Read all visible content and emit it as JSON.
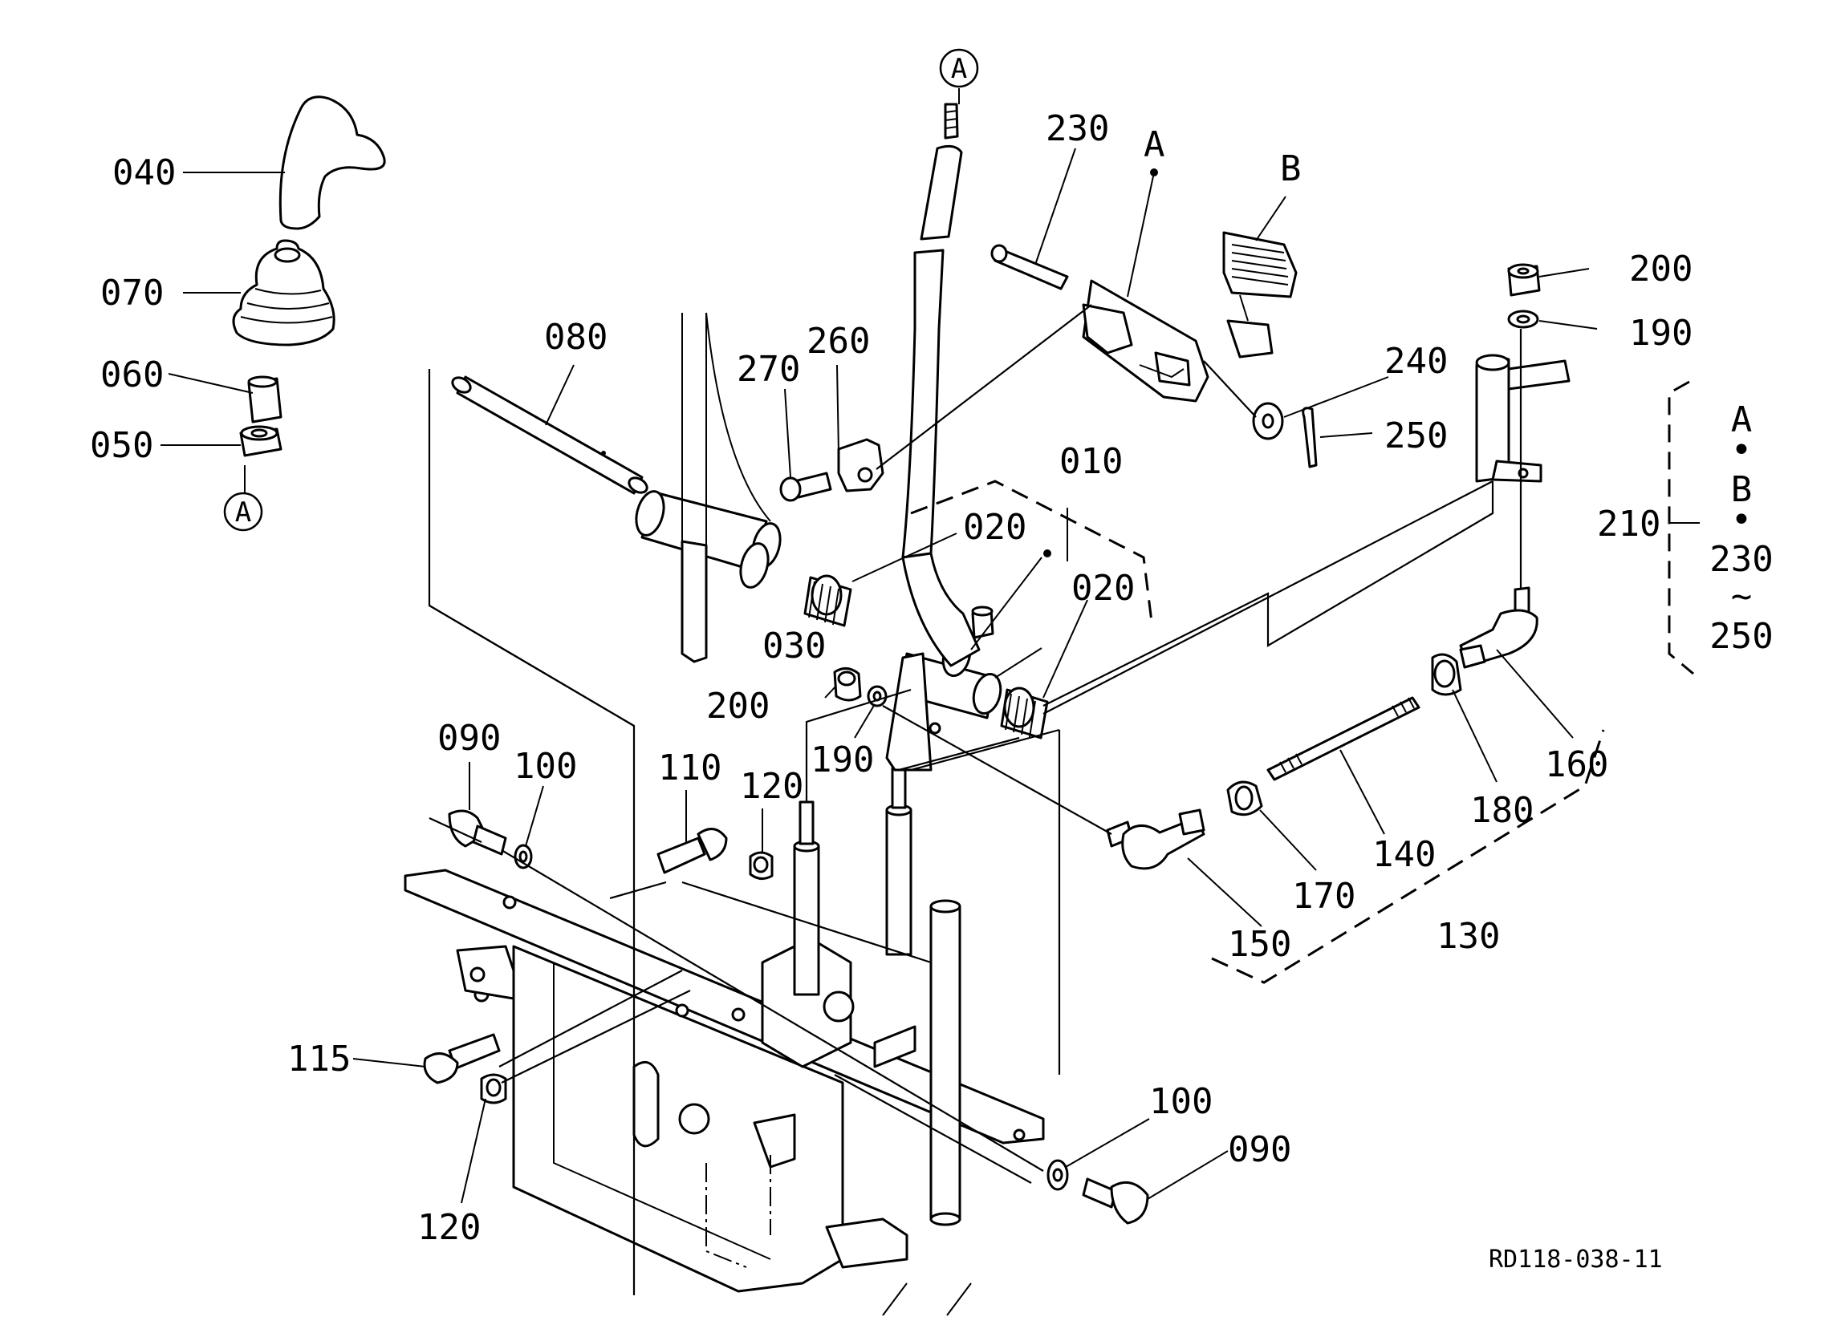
{
  "figure_code": "RD118-038-11",
  "callouts": [
    {
      "id": "c040",
      "text": "040"
    },
    {
      "id": "c070",
      "text": "070"
    },
    {
      "id": "c060",
      "text": "060"
    },
    {
      "id": "c050",
      "text": "050"
    },
    {
      "id": "c080",
      "text": "080"
    },
    {
      "id": "c270",
      "text": "270"
    },
    {
      "id": "c260",
      "text": "260"
    },
    {
      "id": "c230",
      "text": "230"
    },
    {
      "id": "cA",
      "text": "A"
    },
    {
      "id": "cB",
      "text": "B"
    },
    {
      "id": "c200a",
      "text": "200"
    },
    {
      "id": "c190a",
      "text": "190"
    },
    {
      "id": "c240",
      "text": "240"
    },
    {
      "id": "c250",
      "text": "250"
    },
    {
      "id": "c010",
      "text": "010"
    },
    {
      "id": "c020a",
      "text": "020"
    },
    {
      "id": "c020b",
      "text": "020"
    },
    {
      "id": "c030",
      "text": "030"
    },
    {
      "id": "c200b",
      "text": "200"
    },
    {
      "id": "c190b",
      "text": "190"
    },
    {
      "id": "c090a",
      "text": "090"
    },
    {
      "id": "c100a",
      "text": "100"
    },
    {
      "id": "c110",
      "text": "110"
    },
    {
      "id": "c120a",
      "text": "120"
    },
    {
      "id": "c115",
      "text": "115"
    },
    {
      "id": "c120b",
      "text": "120"
    },
    {
      "id": "c100b",
      "text": "100"
    },
    {
      "id": "c090b",
      "text": "090"
    },
    {
      "id": "c150",
      "text": "150"
    },
    {
      "id": "c170",
      "text": "170"
    },
    {
      "id": "c140",
      "text": "140"
    },
    {
      "id": "c180",
      "text": "180"
    },
    {
      "id": "c160",
      "text": "160"
    },
    {
      "id": "c130",
      "text": "130"
    }
  ],
  "reference_markers": {
    "top": "A",
    "bottom": "A"
  },
  "kit_210": {
    "label": "210",
    "items": [
      "A",
      "B",
      "230",
      "250"
    ],
    "bullet": "•",
    "range_symbol": "~"
  }
}
